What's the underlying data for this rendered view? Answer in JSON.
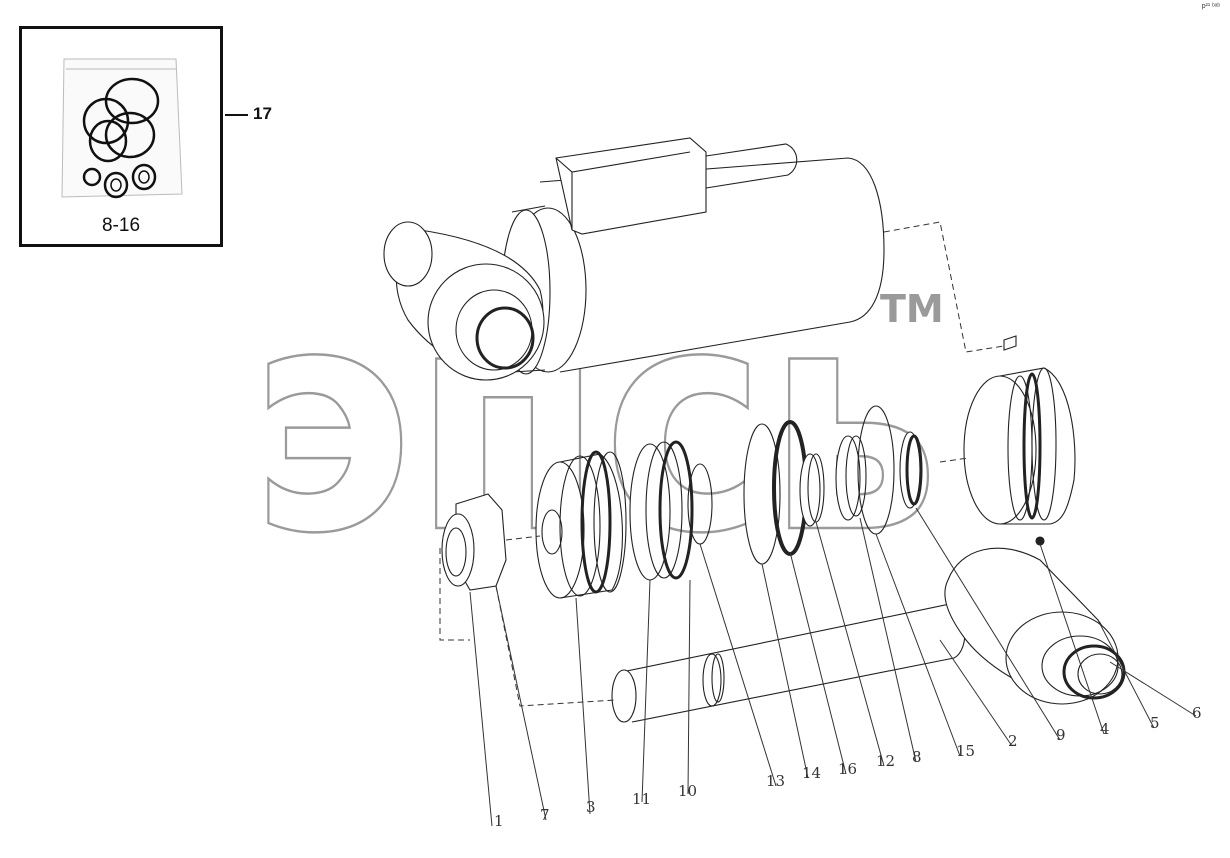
{
  "corner_mark": "p²¹ ᵇᵃᵇ",
  "kit": {
    "range_label": "8-16",
    "callout_number": "17"
  },
  "watermark": {
    "text": "эпсь",
    "tm": "TM"
  },
  "callouts": [
    "1",
    "7",
    "3",
    "11",
    "10",
    "13",
    "14",
    "16",
    "12",
    "8",
    "15",
    "2",
    "9",
    "4",
    "5",
    "6"
  ]
}
